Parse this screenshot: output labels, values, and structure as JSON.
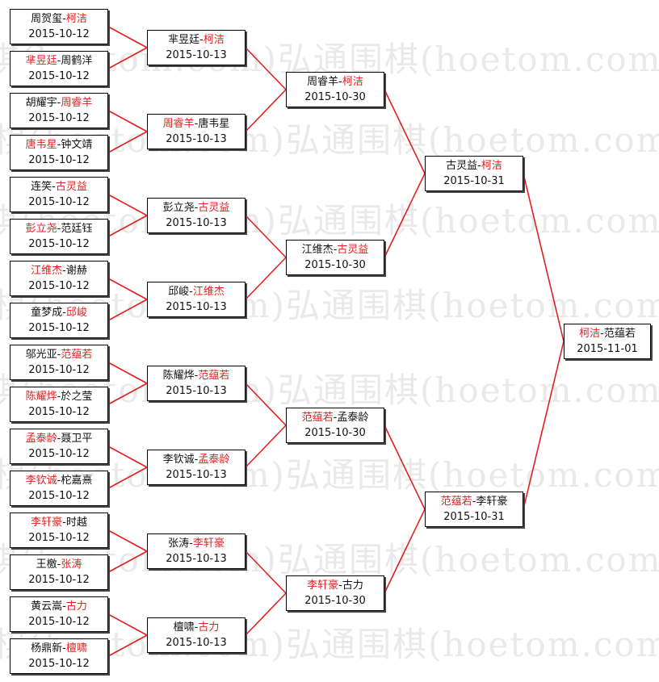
{
  "watermark": "弘通围棋(hoetom.com)",
  "colors": {
    "winner": "#e02020",
    "line": "#e02020",
    "text": "#111111"
  },
  "rounds": [
    [
      {
        "p1": "周贺玺",
        "p2": "柯洁",
        "winner": 2,
        "date": "2015-10-12"
      },
      {
        "p1": "芈昱廷",
        "p2": "周鹤洋",
        "winner": 1,
        "date": "2015-10-12"
      },
      {
        "p1": "胡耀宇",
        "p2": "周睿羊",
        "winner": 2,
        "date": "2015-10-12"
      },
      {
        "p1": "唐韦星",
        "p2": "钟文靖",
        "winner": 1,
        "date": "2015-10-12"
      },
      {
        "p1": "连笑",
        "p2": "古灵益",
        "winner": 2,
        "date": "2015-10-12"
      },
      {
        "p1": "彭立尧",
        "p2": "范廷钰",
        "winner": 1,
        "date": "2015-10-12"
      },
      {
        "p1": "江维杰",
        "p2": "谢赫",
        "winner": 1,
        "date": "2015-10-12"
      },
      {
        "p1": "童梦成",
        "p2": "邱峻",
        "winner": 2,
        "date": "2015-10-12"
      },
      {
        "p1": "邬光亚",
        "p2": "范蕴若",
        "winner": 2,
        "date": "2015-10-12"
      },
      {
        "p1": "陈耀烨",
        "p2": "於之莹",
        "winner": 1,
        "date": "2015-10-12"
      },
      {
        "p1": "孟泰龄",
        "p2": "聂卫平",
        "winner": 1,
        "date": "2015-10-12"
      },
      {
        "p1": "李钦诚",
        "p2": "柁嘉熹",
        "winner": 1,
        "date": "2015-10-12"
      },
      {
        "p1": "李轩豪",
        "p2": "时越",
        "winner": 1,
        "date": "2015-10-12"
      },
      {
        "p1": "王檄",
        "p2": "张涛",
        "winner": 2,
        "date": "2015-10-12"
      },
      {
        "p1": "黄云嵩",
        "p2": "古力",
        "winner": 2,
        "date": "2015-10-12"
      },
      {
        "p1": "杨鼎新",
        "p2": "檀啸",
        "winner": 2,
        "date": "2015-10-12"
      }
    ],
    [
      {
        "p1": "芈昱廷",
        "p2": "柯洁",
        "winner": 2,
        "date": "2015-10-13"
      },
      {
        "p1": "周睿羊",
        "p2": "唐韦星",
        "winner": 1,
        "date": "2015-10-13"
      },
      {
        "p1": "彭立尧",
        "p2": "古灵益",
        "winner": 2,
        "date": "2015-10-13"
      },
      {
        "p1": "邱峻",
        "p2": "江维杰",
        "winner": 2,
        "date": "2015-10-13"
      },
      {
        "p1": "陈耀烨",
        "p2": "范蕴若",
        "winner": 2,
        "date": "2015-10-13"
      },
      {
        "p1": "李钦诚",
        "p2": "孟泰龄",
        "winner": 2,
        "date": "2015-10-13"
      },
      {
        "p1": "张涛",
        "p2": "李轩豪",
        "winner": 2,
        "date": "2015-10-13"
      },
      {
        "p1": "檀啸",
        "p2": "古力",
        "winner": 2,
        "date": "2015-10-13"
      }
    ],
    [
      {
        "p1": "周睿羊",
        "p2": "柯洁",
        "winner": 2,
        "date": "2015-10-30"
      },
      {
        "p1": "江维杰",
        "p2": "古灵益",
        "winner": 2,
        "date": "2015-10-30"
      },
      {
        "p1": "范蕴若",
        "p2": "孟泰龄",
        "winner": 1,
        "date": "2015-10-30"
      },
      {
        "p1": "李轩豪",
        "p2": "古力",
        "winner": 1,
        "date": "2015-10-30"
      }
    ],
    [
      {
        "p1": "古灵益",
        "p2": "柯洁",
        "winner": 2,
        "date": "2015-10-31"
      },
      {
        "p1": "范蕴若",
        "p2": "李轩豪",
        "winner": 1,
        "date": "2015-10-31"
      }
    ],
    [
      {
        "p1": "柯洁",
        "p2": "范蕴若",
        "winner": 1,
        "date": "2015-11-01"
      }
    ]
  ]
}
